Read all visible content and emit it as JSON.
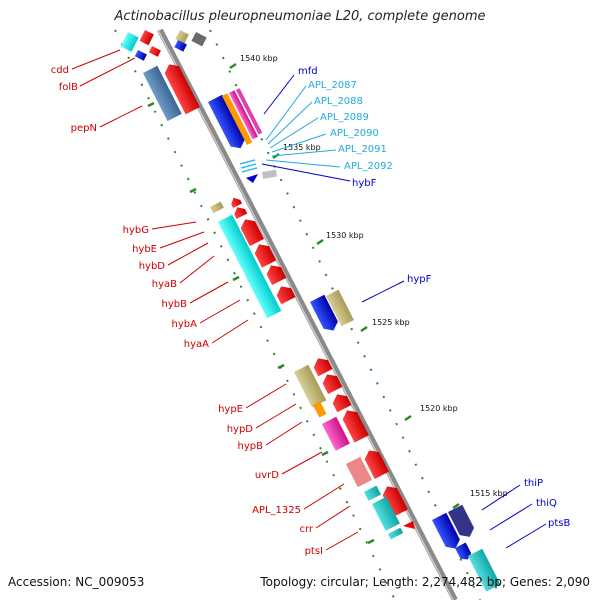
{
  "title": "Actinobacillus pleuropneumoniae L20, complete genome",
  "footer": {
    "accession": "Accession: NC_009053",
    "stats": "Topology: circular; Length: 2,274,482 bp; Genes: 2,090"
  },
  "ticks": [
    "1540 kbp",
    "1535 kbp",
    "1530 kbp",
    "1525 kbp",
    "1520 kbp",
    "1515 kbp"
  ],
  "genes_left": [
    "cdd",
    "folB",
    "pepN",
    "hybG",
    "hybE",
    "hybD",
    "hyaB",
    "hybB",
    "hybA",
    "hyaA",
    "hypE",
    "hypD",
    "hypB",
    "uvrD",
    "APL_1325",
    "crr",
    "ptsI"
  ],
  "genes_right": [
    "mfd",
    "APL_2087",
    "APL_2088",
    "APL_2089",
    "APL_2090",
    "APL_2091",
    "APL_2092",
    "hybF",
    "hypF",
    "thiP",
    "thiQ",
    "ptsB"
  ],
  "colors": {
    "left_label": "#cc0000",
    "right_label_dark": "#0000cc",
    "right_label_cyan": "#22aadd",
    "backbone": "#8a8a8a",
    "tick_green": "#2a8a2a"
  }
}
